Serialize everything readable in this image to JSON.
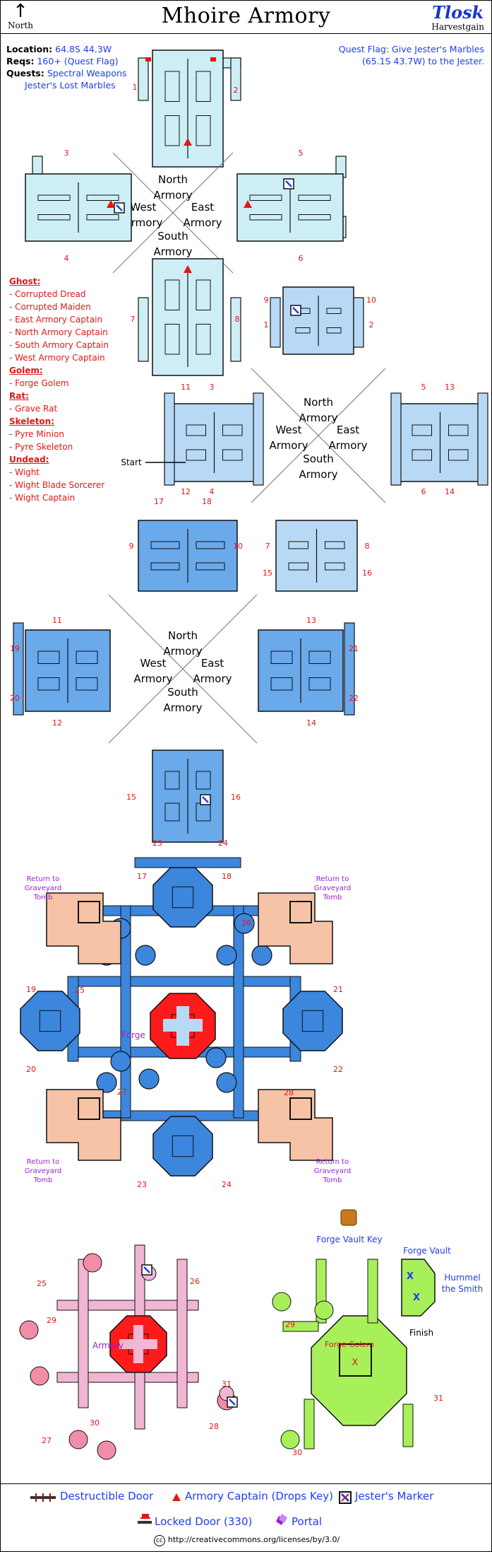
{
  "header": {
    "title": "Mhoire Armory",
    "north_label": "North",
    "server_name": "Tlosk",
    "server_sub": "Harvestgain"
  },
  "info": {
    "location_label": "Location:",
    "location_value": "64.8S 44.3W",
    "reqs_label": "Reqs:",
    "reqs_value": "160+ (Quest Flag)",
    "quests_label": "Quests:",
    "quest_1": "Spectral Weapons",
    "quest_2": "Jester's Lost Marbles"
  },
  "quest_flag": {
    "line1": "Quest Flag: Give Jester's Marbles",
    "line2": "(65.1S 43.7W) to the Jester."
  },
  "mobs": [
    {
      "category": "Ghost:",
      "items": [
        "- Corrupted Dread",
        "- Corrupted Maiden",
        "- East Armory Captain",
        "- North Armory Captain",
        "- South Armory Captain",
        "- West Armory Captain"
      ]
    },
    {
      "category": "Golem:",
      "items": [
        "- Forge Golem"
      ]
    },
    {
      "category": "Rat:",
      "items": [
        "- Grave Rat"
      ]
    },
    {
      "category": "Skeleton:",
      "items": [
        "- Pyre Minion",
        "- Pyre Skeleton"
      ]
    },
    {
      "category": "Undead:",
      "items": [
        "- Wight",
        "- Wight Blade Sorcerer",
        "- Wight Captain"
      ]
    }
  ],
  "compass_labels": {
    "north": "North",
    "armory": "Armory",
    "west": "West",
    "east": "East",
    "south": "South"
  },
  "map_labels": {
    "start": "Start",
    "return_line1": "Return to",
    "return_line2": "Graveyard",
    "return_line3": "Tomb",
    "forge": "Forge",
    "armory": "Armory",
    "forge_vault_key": "Forge Vault Key",
    "forge_vault": "Forge Vault",
    "hurnmel_line1": "Hurnmel",
    "hurnmel_line2": "the Smith",
    "forge_golem": "Forge Golem",
    "finish": "Finish",
    "x_mark": "X"
  },
  "door_numbers": [
    "1",
    "2",
    "3",
    "4",
    "5",
    "6",
    "7",
    "8",
    "9",
    "10",
    "11",
    "12",
    "13",
    "14",
    "15",
    "16",
    "17",
    "18",
    "19",
    "20",
    "21",
    "22",
    "23",
    "24",
    "25",
    "26",
    "27",
    "28",
    "29",
    "30",
    "31"
  ],
  "legend": {
    "destructible": "Destructible Door",
    "captain": "Armory Captain (Drops Key)",
    "jester": "Jester's Marker",
    "locked": "Locked Door (330)",
    "portal": "Portal"
  },
  "license": "http://creativecommons.org/licenses/by/3.0/",
  "license_icon": "cc",
  "colors": {
    "room_light": "#cdeef5",
    "room_mid": "#b8d9f5",
    "room_blue": "#6aa9ea",
    "room_dark_blue": "#3c86dd",
    "peach": "#f6c3a6",
    "forge_red": "#ff1b1b",
    "pink": "#f0b6d3",
    "green": "#a8f05a",
    "accent_blue": "#1d3ef0",
    "accent_red": "#e01818"
  }
}
